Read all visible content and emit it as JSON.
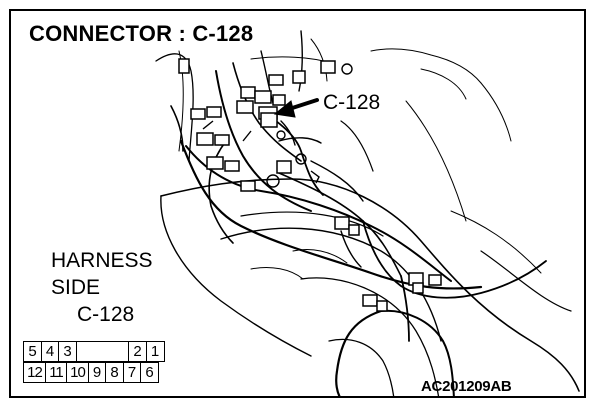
{
  "diagram": {
    "title": "CONNECTOR : C-128",
    "callout_label": "C-128",
    "harness_label": {
      "line1": "HARNESS",
      "line2": "SIDE",
      "line3": "C-128"
    },
    "pinout": {
      "top_row_left": [
        "5",
        "4",
        "3"
      ],
      "top_row_right": [
        "2",
        "1"
      ],
      "bottom_row": [
        "12",
        "11",
        "10",
        "9",
        "8",
        "7",
        "6"
      ]
    },
    "figure_code": "AC201209AB"
  }
}
